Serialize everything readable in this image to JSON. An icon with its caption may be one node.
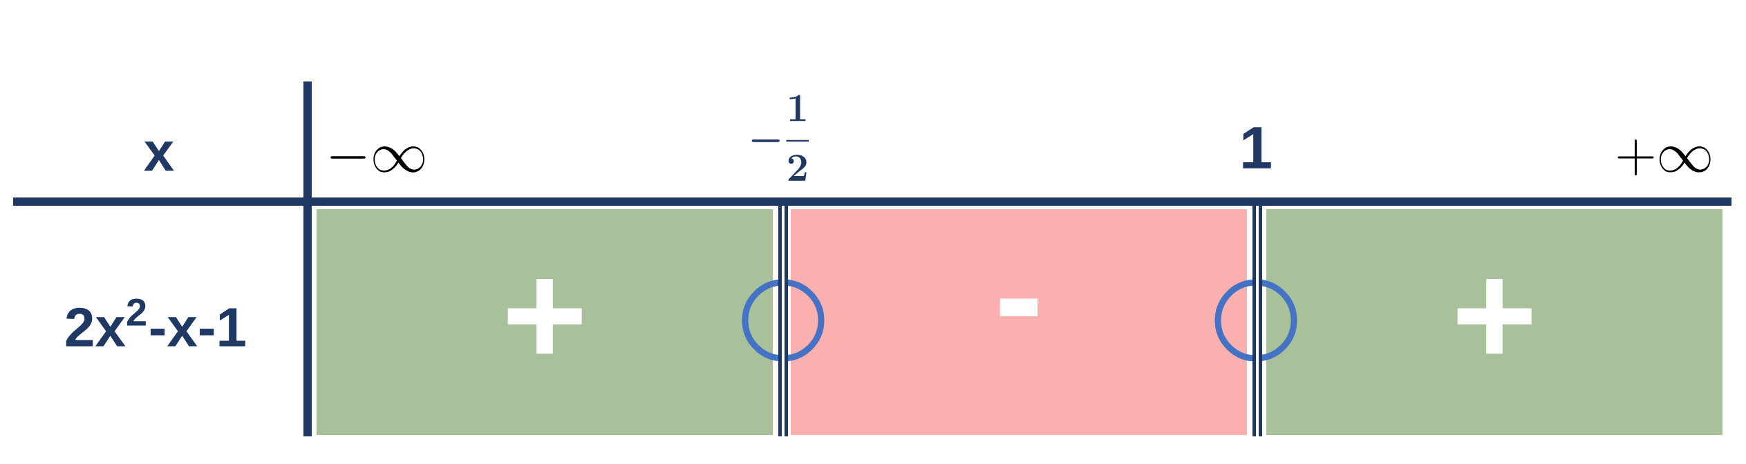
{
  "diagram": {
    "nodes": [
      {
        "text": [
          "+"
        ]
      },
      {
        "text": [
          "-"
        ]
      },
      {
        "text": [
          "+"
        ]
      },
      {
        "text": [],
        "shape": "circle"
      },
      {
        "text": [],
        "shape": "circle"
      }
    ],
    "labels": [
      "x",
      "-\\infty",
      "-\\frac{1}{2}",
      "1",
      "+\\infty",
      "2x$^{2}$-x-1"
    ]
  }
}
